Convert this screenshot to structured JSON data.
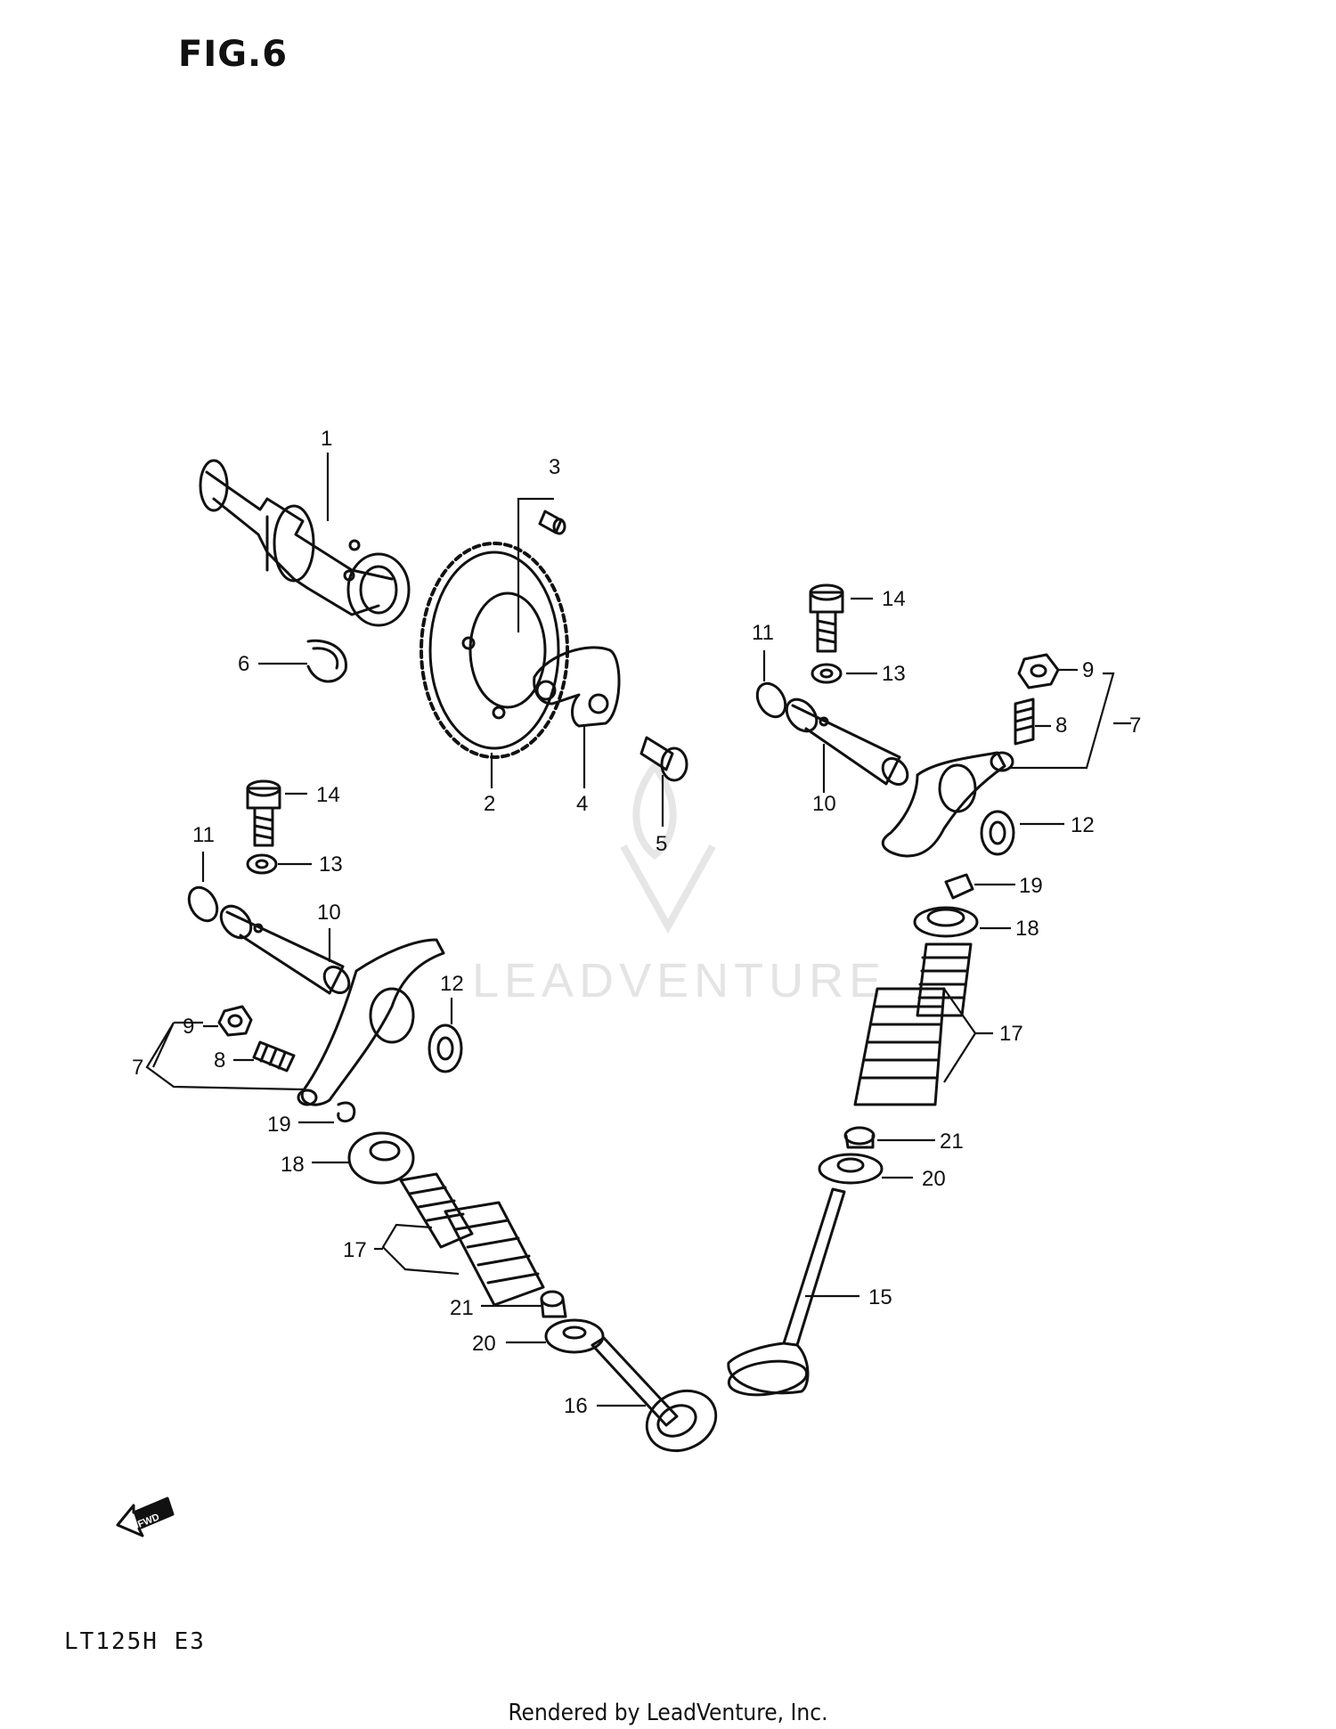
{
  "figure_label": "FIG.6",
  "model_label": "LT125H  E3",
  "footer_text": "Rendered by LeadVenture, Inc.",
  "watermark_text": "LEADVENTURE",
  "direction_label": "FWD",
  "callouts": {
    "c1": "1",
    "c2": "2",
    "c3": "3",
    "c4": "4",
    "c5": "5",
    "c6": "6",
    "c7a": "7",
    "c7b": "7",
    "c8a": "8",
    "c8b": "8",
    "c9a": "9",
    "c9b": "9",
    "c10a": "10",
    "c10b": "10",
    "c11a": "11",
    "c11b": "11",
    "c12a": "12",
    "c12b": "12",
    "c13a": "13",
    "c13b": "13",
    "c14a": "14",
    "c14b": "14",
    "c15": "15",
    "c16": "16",
    "c17a": "17",
    "c17b": "17",
    "c18a": "18",
    "c18b": "18",
    "c19a": "19",
    "c19b": "19",
    "c20a": "20",
    "c20b": "20",
    "c21a": "21",
    "c21b": "21"
  }
}
